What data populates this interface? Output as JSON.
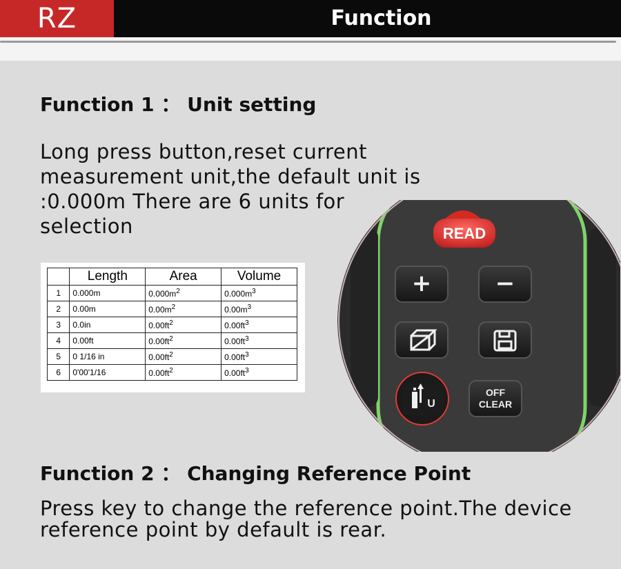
{
  "header": {
    "brand": "RZ",
    "title": "Function",
    "colors": {
      "brand_bg": "#c62828",
      "bar_bg": "#0a0a0a"
    }
  },
  "function1": {
    "heading": "Function 1 ： Unit setting",
    "text": "Long press button,reset current measurement unit,the default unit is :0.000m There are 6 units for selection"
  },
  "units_table": {
    "columns": [
      "",
      "Length",
      "Area",
      "Volume"
    ],
    "rows": [
      {
        "n": "1",
        "length": "0.000m",
        "area": "0.000m",
        "area_sup": "2",
        "volume": "0.000m",
        "volume_sup": "3"
      },
      {
        "n": "2",
        "length": "0.00m",
        "area": "0.00m",
        "area_sup": "2",
        "volume": "0.00m",
        "volume_sup": "3"
      },
      {
        "n": "3",
        "length": "0.0in",
        "area": "0.00ft",
        "area_sup": "2",
        "volume": "0.00ft",
        "volume_sup": "3"
      },
      {
        "n": "4",
        "length": "0.00ft",
        "area": "0.00ft",
        "area_sup": "2",
        "volume": "0.00ft",
        "volume_sup": "3"
      },
      {
        "n": "5",
        "length": "0  1/16 in",
        "area": "0.00ft",
        "area_sup": "2",
        "volume": "0.00ft",
        "volume_sup": "3"
      },
      {
        "n": "6",
        "length": "0'00'1/16",
        "area": "0.00ft",
        "area_sup": "2",
        "volume": "0.00ft",
        "volume_sup": "3"
      }
    ]
  },
  "device": {
    "read_label": "READ",
    "plus_label": "+",
    "minus_label": "−",
    "unit_key_label": "U",
    "off_label": "OFF",
    "clear_label": "CLEAR",
    "icons": [
      "plus-icon",
      "minus-icon",
      "area-volume-icon",
      "save-icon",
      "reference-unit-icon"
    ]
  },
  "function2": {
    "heading": "Function 2 ： Changing Reference Point",
    "text_line1": "Press key to change the reference point.The device",
    "text_line2": "reference point by default is rear."
  }
}
